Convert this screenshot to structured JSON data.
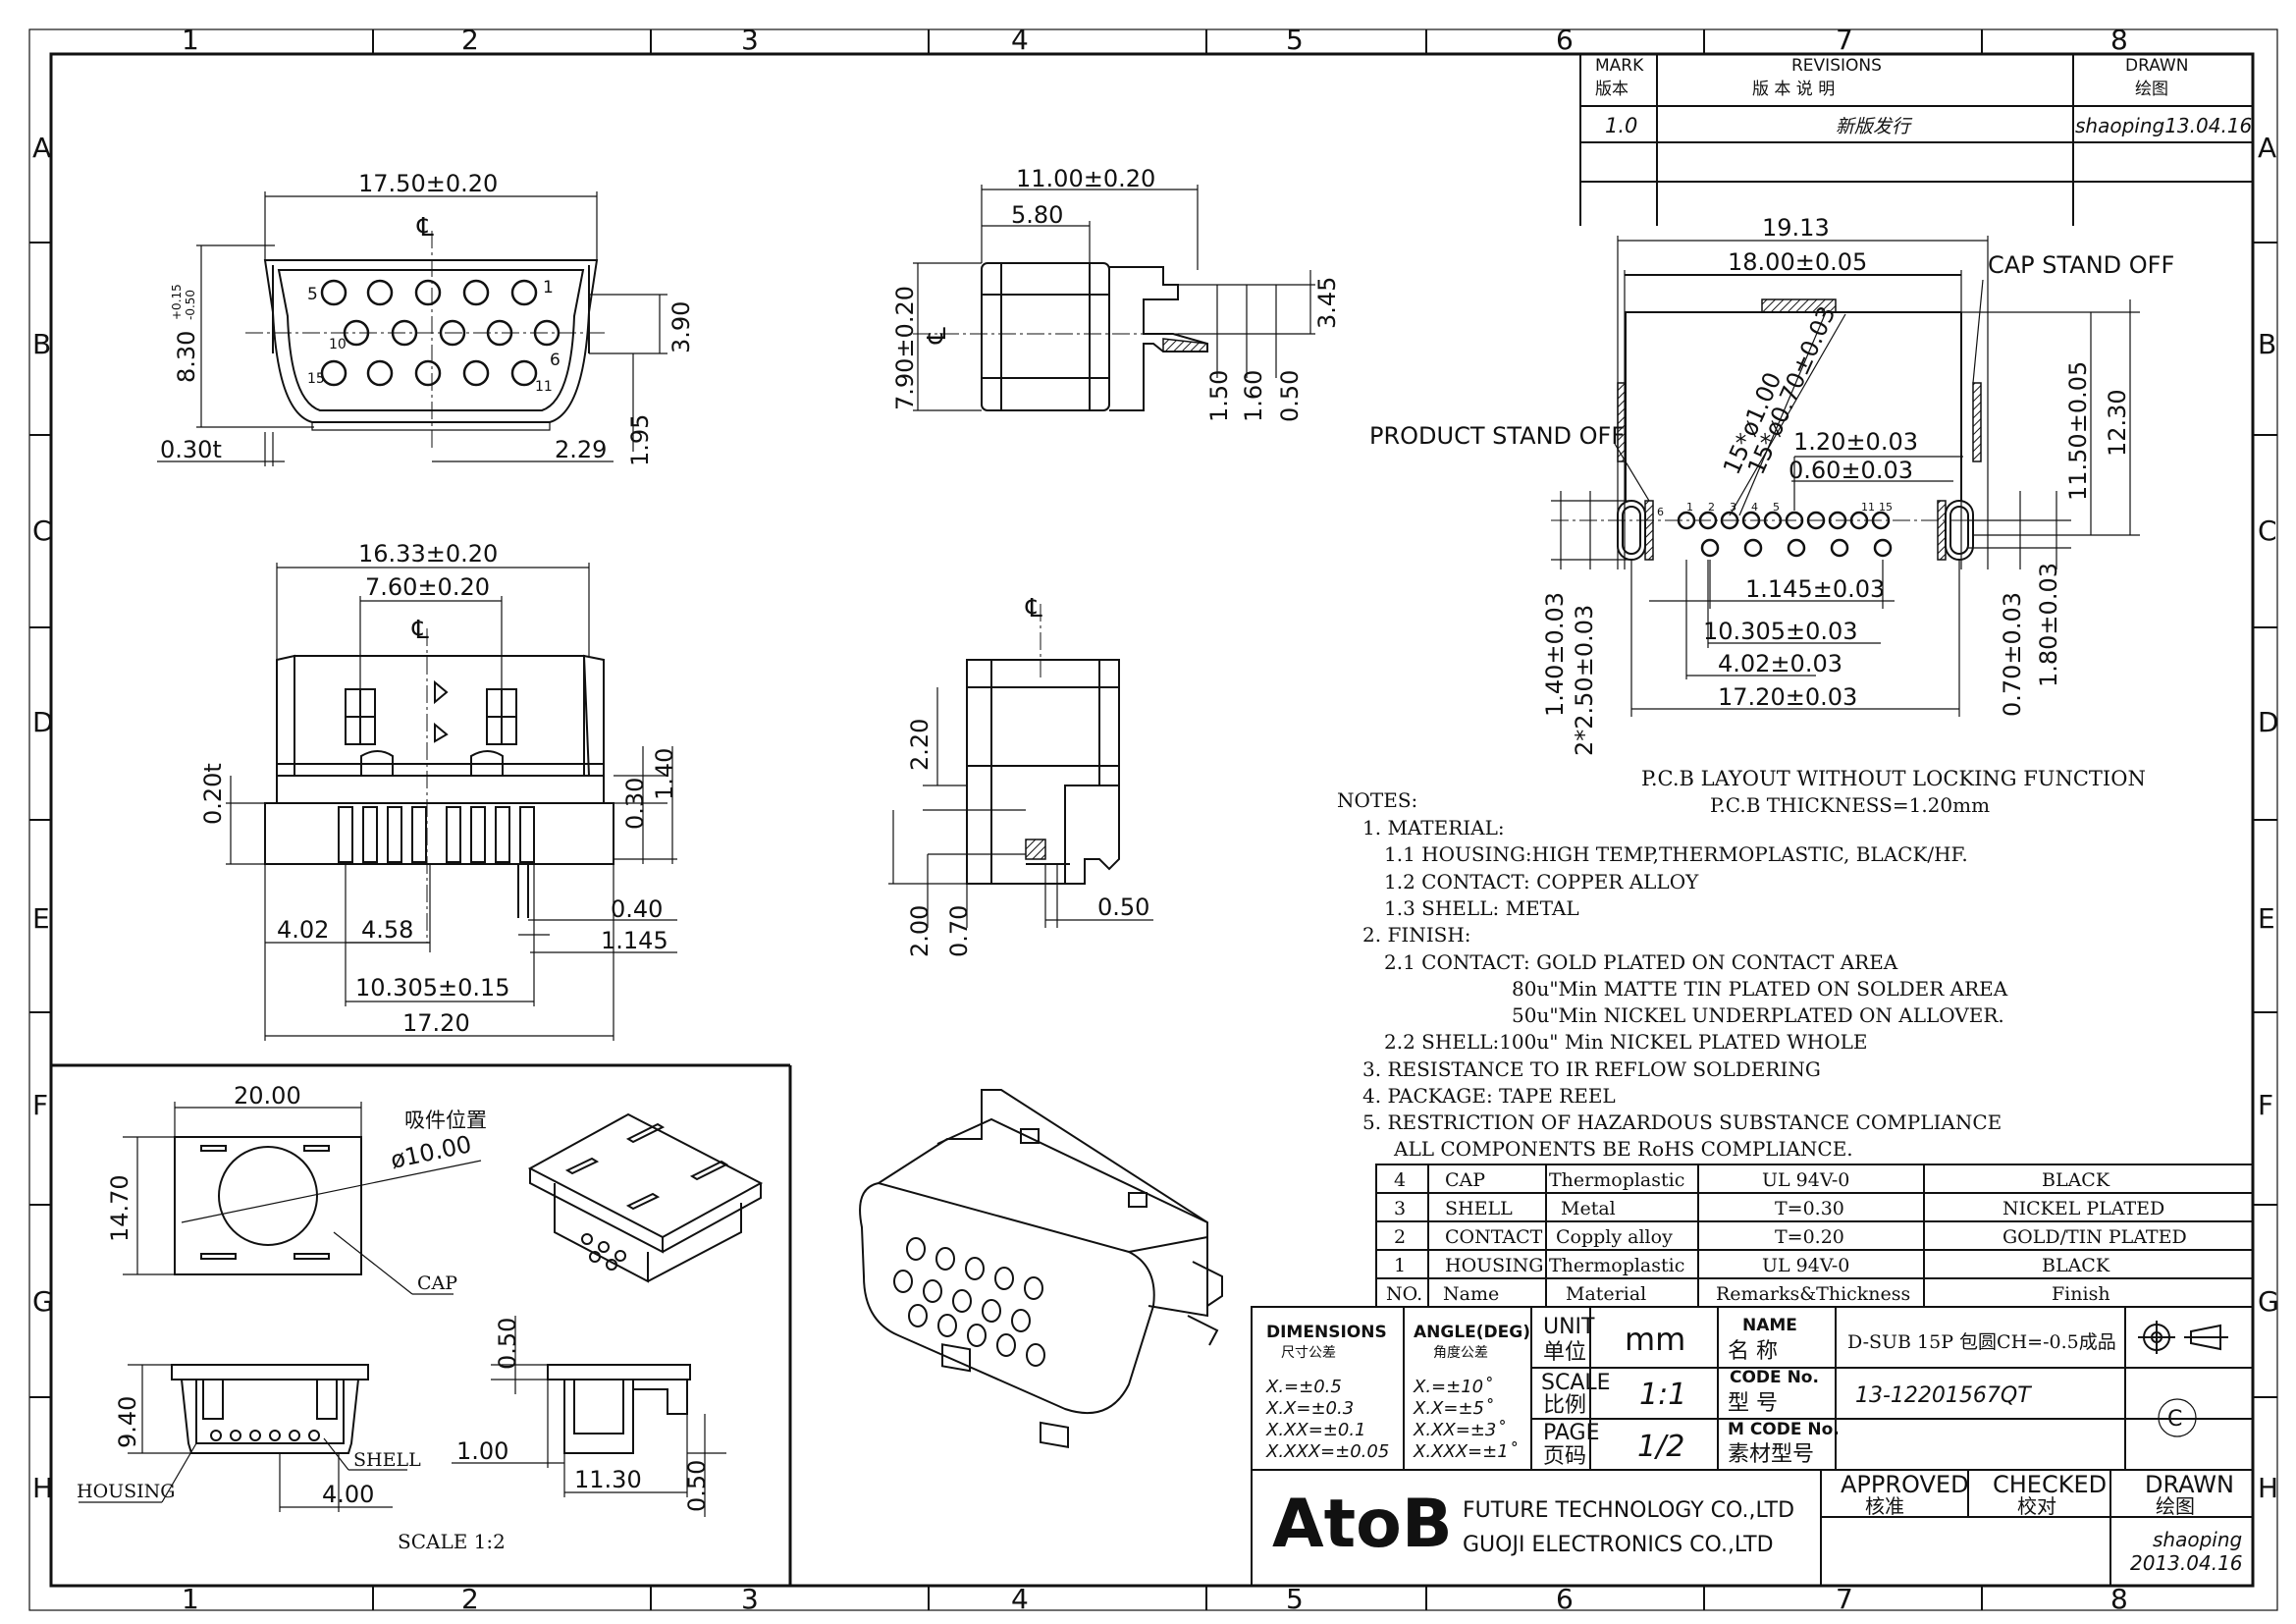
{
  "grid": {
    "columns": [
      "1",
      "2",
      "3",
      "4",
      "5",
      "6",
      "7",
      "8"
    ],
    "rows": [
      "A",
      "B",
      "C",
      "D",
      "E",
      "F",
      "G",
      "H"
    ]
  },
  "revisions": {
    "h_mark": "MARK",
    "h_mark_cn": "版本",
    "h_rev": "REVISIONS",
    "h_rev_cn": "版  本  说  明",
    "h_drawn": "DRAWN",
    "h_drawn_cn": "绘图",
    "row_ver": "1.0",
    "row_desc": "新版发行",
    "row_drawn": "shaoping13.04.16"
  },
  "front_view": {
    "d_width": "17.50±0.20",
    "d_height": "8.30",
    "d_height_tol_upper": "+0.15",
    "d_height_tol_lower": "-0.50",
    "d_row": "3.90",
    "d_gap": "1.95",
    "d_shell": "0.30t",
    "d_offset": "2.29",
    "pin_labels": [
      "1",
      "5",
      "6",
      "10",
      "11",
      "15"
    ]
  },
  "side_view": {
    "d_depth": "11.00±0.20",
    "d_58": "5.80",
    "d_height": "7.90±0.20",
    "d_345": "3.45",
    "d_150": "1.50",
    "d_160": "1.60",
    "d_050": "0.50"
  },
  "bottom_view": {
    "d_body": "16.33±0.20",
    "d_inner": "7.60±0.20",
    "d_020t": "0.20t",
    "d_030": "0.30",
    "d_140": "1.40",
    "d_040": "0.40",
    "d_1145": "1.145",
    "d_402": "4.02",
    "d_458": "4.58",
    "d_10305": "10.305±0.15",
    "d_1720": "17.20"
  },
  "end_view": {
    "d_220": "2.20",
    "d_200": "2.00",
    "d_070": "0.70",
    "d_050": "0.50"
  },
  "pcb": {
    "d_1913": "19.13",
    "d_1800": "18.00±0.05",
    "cap_label": "CAP STAND OFF",
    "d_1150": "11.50±0.05",
    "d_1230": "12.30",
    "product_label": "PRODUCT STAND OFF",
    "d_hole1": "15*ø1.00",
    "d_hole2": "15*ø0.70±0.03",
    "d_120": "1.20±0.03",
    "d_060": "0.60±0.03",
    "d_1145": "1.145±0.03",
    "d_10305": "10.305±0.03",
    "d_402": "4.02±0.03",
    "d_1720": "17.20±0.03",
    "d_140": "1.40±0.03",
    "d_250": "2*2.50±0.03",
    "d_070": "0.70±0.03",
    "d_180": "1.80±0.03",
    "caption1": "P.C.B LAYOUT WITHOUT LOCKING FUNCTION",
    "caption2": "P.C.B THICKNESS=1.20mm",
    "pin_labels": [
      "6",
      "1",
      "2",
      "3",
      "4",
      "5",
      "11",
      "15"
    ]
  },
  "notes": {
    "title": "NOTES:",
    "lines": [
      "1. MATERIAL:",
      "1.1 HOUSING:HIGH TEMP,THERMOPLASTIC, BLACK/HF.",
      "1.2 CONTACT: COPPER ALLOY",
      "1.3 SHELL: METAL",
      "2. FINISH:",
      "2.1 CONTACT: GOLD PLATED ON CONTACT AREA",
      "80u\"Min MATTE TIN PLATED ON SOLDER AREA",
      "50u\"Min NICKEL UNDERPLATED ON ALLOVER.",
      "2.2 SHELL:100u\" Min NICKEL PLATED WHOLE",
      "3. RESISTANCE TO IR REFLOW SOLDERING",
      "4. PACKAGE: TAPE REEL",
      "5. RESTRICTION OF HAZARDOUS SUBSTANCE COMPLIANCE",
      "ALL COMPONENTS BE RoHS COMPLIANCE."
    ]
  },
  "bom": {
    "rows": [
      [
        "4",
        "CAP",
        "Thermoplastic",
        "UL 94V-0",
        "BLACK"
      ],
      [
        "3",
        "SHELL",
        "Metal",
        "T=0.30",
        "NICKEL PLATED"
      ],
      [
        "2",
        "CONTACT",
        "Copply alloy",
        "T=0.20",
        "GOLD/TIN PLATED"
      ],
      [
        "1",
        "HOUSING",
        "Thermoplastic",
        "UL 94V-0",
        "BLACK"
      ]
    ],
    "header": [
      "NO.",
      "Name",
      "Material",
      "Remarks&Thickness",
      "Finish"
    ]
  },
  "title_block": {
    "dim_title": "DIMENSIONS",
    "dim_title_cn": "尺寸公差",
    "ang_title": "ANGLE(DEG)",
    "ang_title_cn": "角度公差",
    "tol": [
      "X.=±0.5",
      "X.X=±0.3",
      "X.XX=±0.1",
      "X.XXX=±0.05"
    ],
    "ang": [
      "X.=±10˚",
      "X.X=±5˚",
      "X.XX=±3˚",
      "X.XXX=±1˚"
    ],
    "unit": "UNIT",
    "unit_cn": "单位",
    "unit_val": "mm",
    "scale": "SCALE",
    "scale_cn": "比例",
    "scale_val": "1:1",
    "page": "PAGE",
    "page_cn": "页码",
    "page_val": "1/2",
    "name": "NAME",
    "name_cn": "名  称",
    "name_val": "D-SUB 15P 包圆CH=-0.5成品",
    "code": "CODE No.",
    "code_cn": "型  号",
    "code_val": "13-12201567QT",
    "mcode": "M CODE No.",
    "mcode_cn": "素材型号",
    "approved": "APPROVED",
    "approved_cn": "核准",
    "checked": "CHECKED",
    "checked_cn": "校对",
    "drawn": "DRAWN",
    "drawn_cn": "绘图",
    "drawn_by": "shaoping",
    "drawn_date": "2013.04.16",
    "logo": "AtoB",
    "company1": "FUTURE TECHNOLOGY CO.,LTD",
    "company2": "GUOJI ELECTRONICS CO.,LTD",
    "copyright": "C"
  },
  "packaging": {
    "d_2000": "20.00",
    "d_1470": "14.70",
    "d_1000": "ø10.00",
    "pick_label": "吸件位置",
    "cap_label": "CAP",
    "d_940": "9.40",
    "housing_label": "HOUSING",
    "shell_label": "SHELL",
    "d_400": "4.00",
    "d_050a": "0.50",
    "d_100": "1.00",
    "d_1130": "11.30",
    "d_050b": "0.50",
    "scale": "SCALE 1:2"
  }
}
